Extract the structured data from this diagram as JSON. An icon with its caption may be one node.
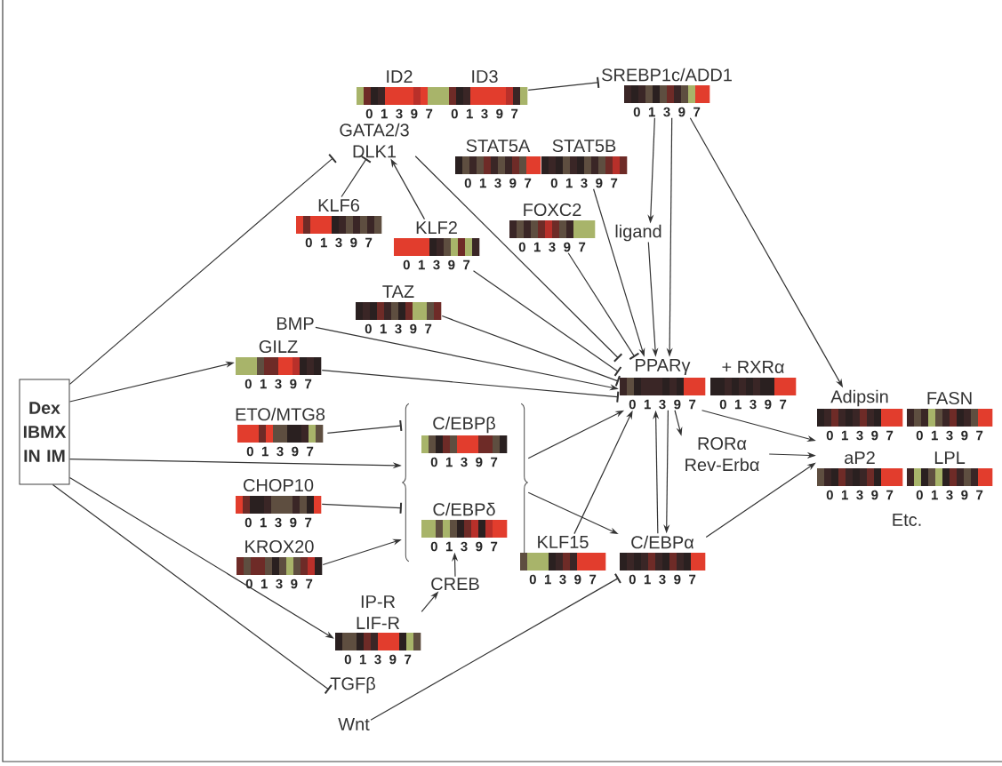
{
  "diagram": {
    "nodes": [
      {
        "text": [
          "Dex IBMX IN IM"
        ]
      },
      {
        "text": [
          "ID2"
        ],
        "beside": [
          "0 1 3 9 7"
        ]
      },
      {
        "text": [
          "ID3"
        ],
        "beside": [
          "0 1 3 9 7"
        ]
      },
      {
        "text": [
          "SREBP1c/ADD1"
        ],
        "beside": [
          "0 1 3 9 7"
        ]
      },
      {
        "text": [
          "GATA2/3 DLK1"
        ]
      },
      {
        "text": [
          "STAT5A"
        ],
        "beside": [
          "0 1 3 9 7"
        ]
      },
      {
        "text": [
          "STAT5B"
        ],
        "beside": [
          "0 1 3 9 7"
        ]
      },
      {
        "text": [
          "KLF6"
        ],
        "beside": [
          "0 1 3 9 7"
        ]
      },
      {
        "text": [
          "KLF2"
        ],
        "beside": [
          "0 1 3 9 7"
        ]
      },
      {
        "text": [
          "FOXC2"
        ],
        "beside": [
          "0 1 3 9 7"
        ]
      },
      {
        "text": [
          "ligand"
        ]
      },
      {
        "text": [
          "TAZ"
        ],
        "beside": [
          "0 1 3 9 7"
        ]
      },
      {
        "text": [
          "BMP"
        ]
      },
      {
        "text": [
          "GILZ"
        ],
        "beside": [
          "0 1 3 9 7"
        ]
      },
      {
        "text": [
          "PPARγ"
        ],
        "beside": [
          "0 1 3 9 7"
        ]
      },
      {
        "text": [
          "+ RXRα"
        ],
        "beside": [
          "0 1 3 9 7"
        ]
      },
      {
        "text": [
          "Adipsin"
        ],
        "beside": [
          "0 1 3 9 7"
        ]
      },
      {
        "text": [
          "FASN"
        ],
        "beside": [
          "0 1 3 9 7"
        ]
      },
      {
        "text": [
          "ETO/MTG8"
        ],
        "beside": [
          "0 1 3 9 7"
        ]
      },
      {
        "text": [],
        "shape": "bracket"
      },
      {
        "text": [
          "C/EBPβ"
        ],
        "beside": [
          "0 1 3 9 7"
        ],
        "in": 19
      },
      {
        "text": [
          "RORα Rev-Erbα"
        ]
      },
      {
        "text": [
          "aP2"
        ],
        "beside": [
          "0 1 3 9 7"
        ]
      },
      {
        "text": [
          "LPL"
        ],
        "beside": [
          "0 1 3 9 7"
        ]
      },
      {
        "text": [
          "CHOP10"
        ],
        "beside": [
          "0 1 3 9 7"
        ]
      },
      {
        "text": [
          "C/EBPδ"
        ],
        "beside": [
          "0 1 3 9 7"
        ],
        "in": 19
      },
      {
        "text": [
          "KROX20"
        ],
        "beside": [
          "0 1 3 9 7"
        ]
      },
      {
        "text": [
          "KLF15"
        ],
        "beside": [
          "0 1 3 9 7"
        ]
      },
      {
        "text": [
          "C/EBPα"
        ],
        "beside": [
          "0 1 3 9 7"
        ]
      },
      {
        "text": [
          "CREB"
        ]
      },
      {
        "text": [
          "IP-R LIF-R"
        ],
        "beside": [
          "0 1 3 9 7"
        ]
      },
      {
        "text": [
          "TGFβ"
        ]
      },
      {
        "text": [
          "Wnt"
        ]
      }
    ],
    "edges": [
      {
        "from": 2,
        "to": 3,
        "arrow": "other"
      },
      {
        "from": 0,
        "to": 4,
        "arrow": "other"
      },
      {
        "from": 7,
        "to": 4,
        "arrow": "other"
      },
      {
        "from": 8,
        "to": 4,
        "arrow": "to"
      },
      {
        "from": 3,
        "to": 10,
        "arrow": "to"
      },
      {
        "from": 10,
        "to": 14,
        "arrow": "to"
      },
      {
        "from": 3,
        "to": 14,
        "arrow": "to"
      },
      {
        "from": 3,
        "to": 16,
        "arrow": "to"
      },
      {
        "from": 6,
        "to": 14,
        "arrow": "to"
      },
      {
        "from": 9,
        "to": 14,
        "arrow": "other"
      },
      {
        "from": 4,
        "to": 14,
        "arrow": "other"
      },
      {
        "from": 8,
        "to": 14,
        "arrow": "other"
      },
      {
        "from": 11,
        "to": 14,
        "arrow": "other"
      },
      {
        "from": 12,
        "to": 14,
        "arrow": "to"
      },
      {
        "from": 13,
        "to": 14,
        "arrow": "other"
      },
      {
        "from": 0,
        "to": 13,
        "arrow": "to"
      },
      {
        "from": 18,
        "to": 19,
        "arrow": "other"
      },
      {
        "from": 0,
        "to": 19,
        "arrow": "to"
      },
      {
        "from": 24,
        "to": 19,
        "arrow": "other"
      },
      {
        "from": 26,
        "to": 19,
        "arrow": "to"
      },
      {
        "from": 19,
        "to": 14,
        "arrow": "to"
      },
      {
        "from": 19,
        "to": 28,
        "arrow": "to"
      },
      {
        "from": 29,
        "to": 25,
        "arrow": "to"
      },
      {
        "from": 30,
        "to": 29,
        "arrow": "to"
      },
      {
        "from": 0,
        "to": 30,
        "arrow": "to"
      },
      {
        "from": 0,
        "to": 31,
        "arrow": "other"
      },
      {
        "from": 32,
        "to": 28,
        "arrow": "other"
      },
      {
        "from": 27,
        "to": 14,
        "arrow": "to"
      },
      {
        "from": 28,
        "to": 14,
        "arrow": "to"
      },
      {
        "from": 14,
        "to": 28,
        "arrow": "to"
      },
      {
        "from": 14,
        "to": 21,
        "arrow": "to"
      },
      {
        "from": 14,
        "to": 16,
        "arrow": "to"
      },
      {
        "from": 21,
        "to": 22,
        "arrow": "to"
      },
      {
        "from": 28,
        "to": 22,
        "arrow": "to"
      }
    ],
    "labels": [
      "Etc."
    ]
  }
}
